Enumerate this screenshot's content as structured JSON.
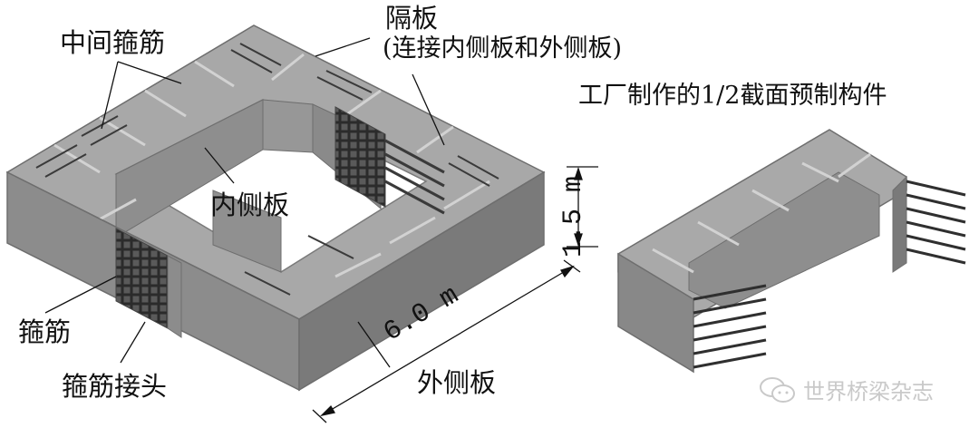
{
  "figure": {
    "type": "isometric structural diagram",
    "subject": "precast hollow box pier segment with stirrups"
  },
  "labels": {
    "middle_stirrup": "中间箍筋",
    "diaphragm": "隔板",
    "diaphragm_note": "(连接内侧板和外侧板)",
    "inner_panel": "内侧板",
    "stirrup": "箍筋",
    "stirrup_joint": "箍筋接头",
    "outer_panel": "外侧板",
    "half_section_caption": "工厂制作的1/2截面预制构件"
  },
  "dimensions": {
    "height": "1.5 m",
    "length": "6.0 m"
  },
  "watermark": {
    "icon": "wechat-icon",
    "text": "世界桥梁杂志"
  },
  "colors": {
    "concrete_top": "#a9a9a9",
    "concrete_side_light": "#8c8c8c",
    "concrete_side_dark": "#777777",
    "rebar": "#3a3a3a",
    "text": "#111111",
    "watermark": "#c9c9c9"
  }
}
